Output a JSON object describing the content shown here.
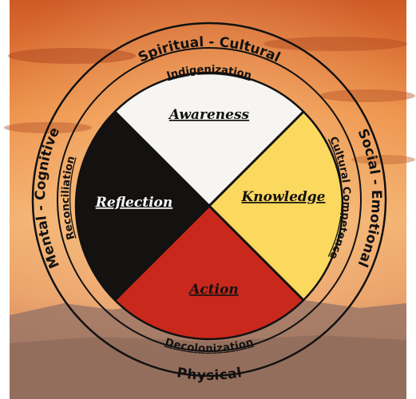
{
  "outer_ring": {
    "top": "Spiritual - Cultural",
    "right": "Social - Emotional",
    "bottom": "Physical",
    "left": "Mental - Cognitive"
  },
  "inner_ring": {
    "top": "Indigenization",
    "right": "Cultural Competence",
    "bottom": "Decolonization",
    "left": "Reconciliation"
  },
  "quadrants": {
    "top": "Awareness",
    "right": "Knowledge",
    "bottom": "Action",
    "left": "Reflection"
  },
  "colors": {
    "top": "#f7f5f2",
    "right": "#fbd85e",
    "bottom": "#c9281c",
    "left": "#141210",
    "sky_top": "#d9682d",
    "sky_mid": "#f0a15a",
    "hills": "#9a7462"
  }
}
